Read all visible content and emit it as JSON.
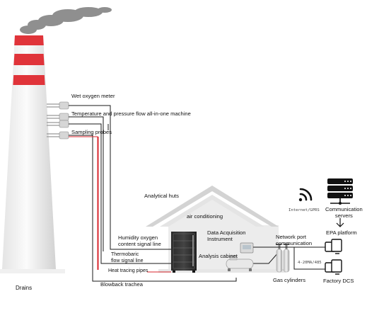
{
  "labels": {
    "wet_oxygen_meter": "Wet oxygen meter",
    "temp_pressure_flow": "Temperature and pressure flow all-in-one machine",
    "sampling_probes": "Sampling probes",
    "analytical_huts": "Analytical huts",
    "air_conditioning": "air conditioning",
    "data_acquisition": "Data Acquisition\nInstrument",
    "analysis_cabinet": "Analysis cabinet",
    "humidity_signal": "Humidity oxygen\ncontent signal line",
    "thermobaric_signal": "Thermobaric\nflow signal line",
    "heat_tracing": "Heat tracing pipes",
    "blowback": "Blowback trachea",
    "drains": "Drains",
    "gas_cylinders": "Gas cylinders",
    "network_port": "Network port\ncommunication",
    "internet_gprs": "Internet/GPRS",
    "analog_signal": "4-20MA/485",
    "communication_servers": "Communication\nservers",
    "epa_platform": "EPA platform",
    "factory_dcs": "Factory DCS"
  },
  "icons": {
    "chimney": "chimney-icon",
    "smoke": "smoke-icon",
    "server": "server-icon",
    "wifi": "wifi-icon",
    "monitor": "monitor-icon",
    "cabinet": "rack-cabinet-icon",
    "cylinder": "gas-cylinder-icon",
    "compressor": "compressor-icon"
  },
  "colors": {
    "chimney_band": "#e0343a",
    "heat_pipe": "#d8262c",
    "line": "#1a1a1a",
    "house_fill": "#e9e9e9",
    "roof_fill": "#dcdcdc"
  }
}
